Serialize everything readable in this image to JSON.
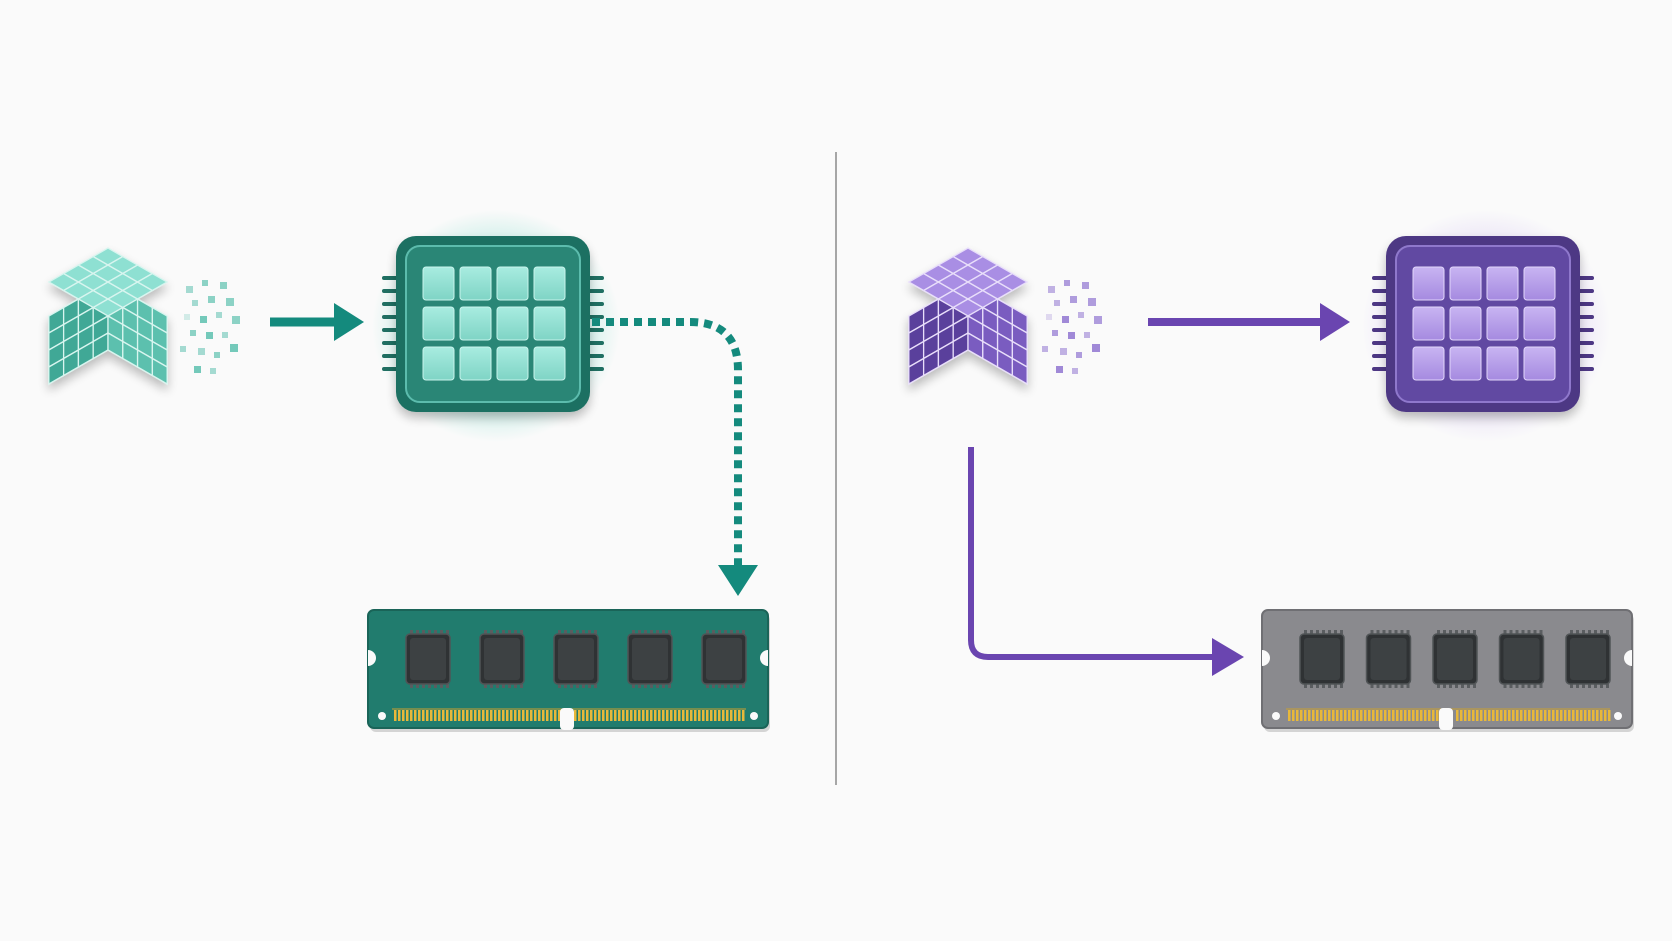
{
  "colors": {
    "background": "#fafafa",
    "divider": "#8a8a8a",
    "teal_dark": "#1d6b5e",
    "teal_mid": "#2c8c7c",
    "teal_light": "#8fded0",
    "teal_arrow": "#148a7d",
    "teal_glow": "#9be3d6",
    "purple_dark": "#4a3580",
    "purple_mid": "#6a4fae",
    "purple_light": "#b49be8",
    "purple_arrow": "#6a45b0",
    "purple_glow": "#ddd0f4",
    "ram_teal": "#217c6e",
    "ram_gray": "#8a8a8e",
    "ram_chip": "#3a3d3f",
    "ram_pins": "#e8b83a"
  },
  "left_panel": {
    "data_cube_icon": "cube-of-blocks",
    "processor_icon": "cpu-chip",
    "memory_icon": "ram-module",
    "arrow_to_processor": "solid",
    "arrow_to_memory": "dotted",
    "processor_cells": 12,
    "memory_chips": 5
  },
  "right_panel": {
    "data_cube_icon": "cube-of-blocks",
    "processor_icon": "cpu-chip",
    "memory_icon": "ram-module",
    "arrow_to_processor": "solid",
    "arrow_to_memory": "solid",
    "processor_cells": 12,
    "memory_chips": 5
  }
}
